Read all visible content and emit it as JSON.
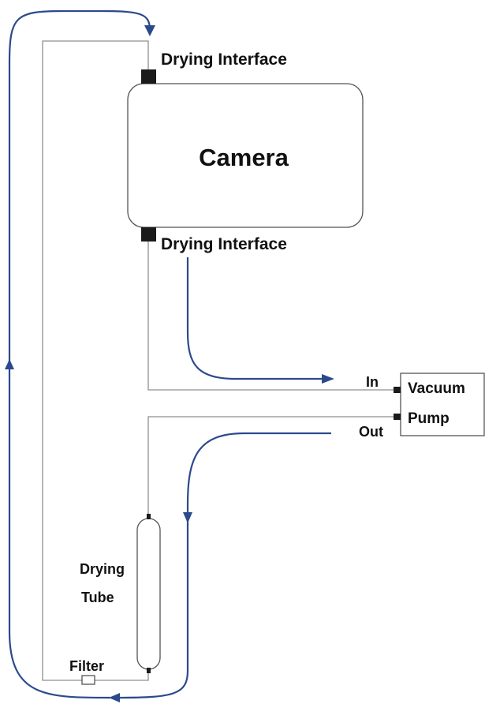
{
  "labels": {
    "camera": "Camera",
    "drying_interface_top": "Drying Interface",
    "drying_interface_bottom": "Drying Interface",
    "pump_in": "In",
    "pump_out": "Out",
    "vacuum": "Vacuum",
    "pump": "Pump",
    "drying": "Drying",
    "tube": "Tube",
    "filter": "Filter"
  },
  "colors": {
    "flow_arrow": "#2b4a8c",
    "pipe": "#8f8f8f",
    "connector": "#1b1b1b",
    "text": "#111111"
  }
}
